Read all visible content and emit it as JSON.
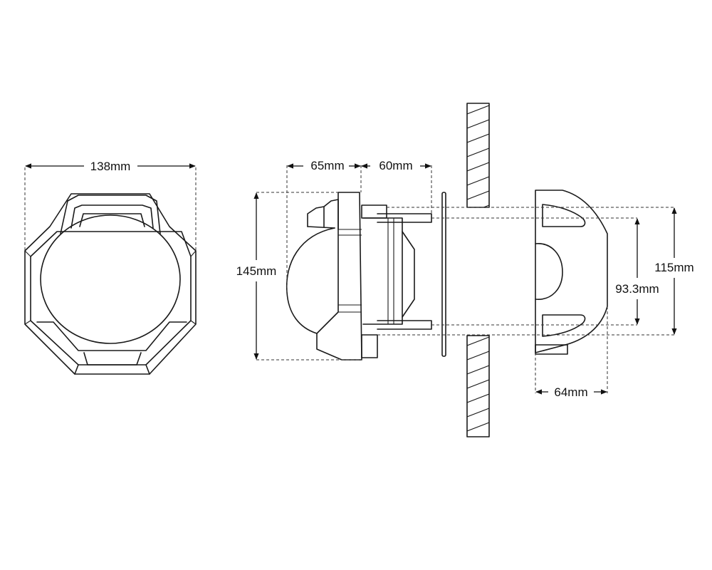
{
  "dimensions": {
    "front_width": "138mm",
    "depth_a": "65mm",
    "depth_b": "60mm",
    "total_height": "145mm",
    "rear_outer_height": "115mm",
    "rear_inner_height": "93.3mm",
    "rear_depth": "64mm"
  }
}
